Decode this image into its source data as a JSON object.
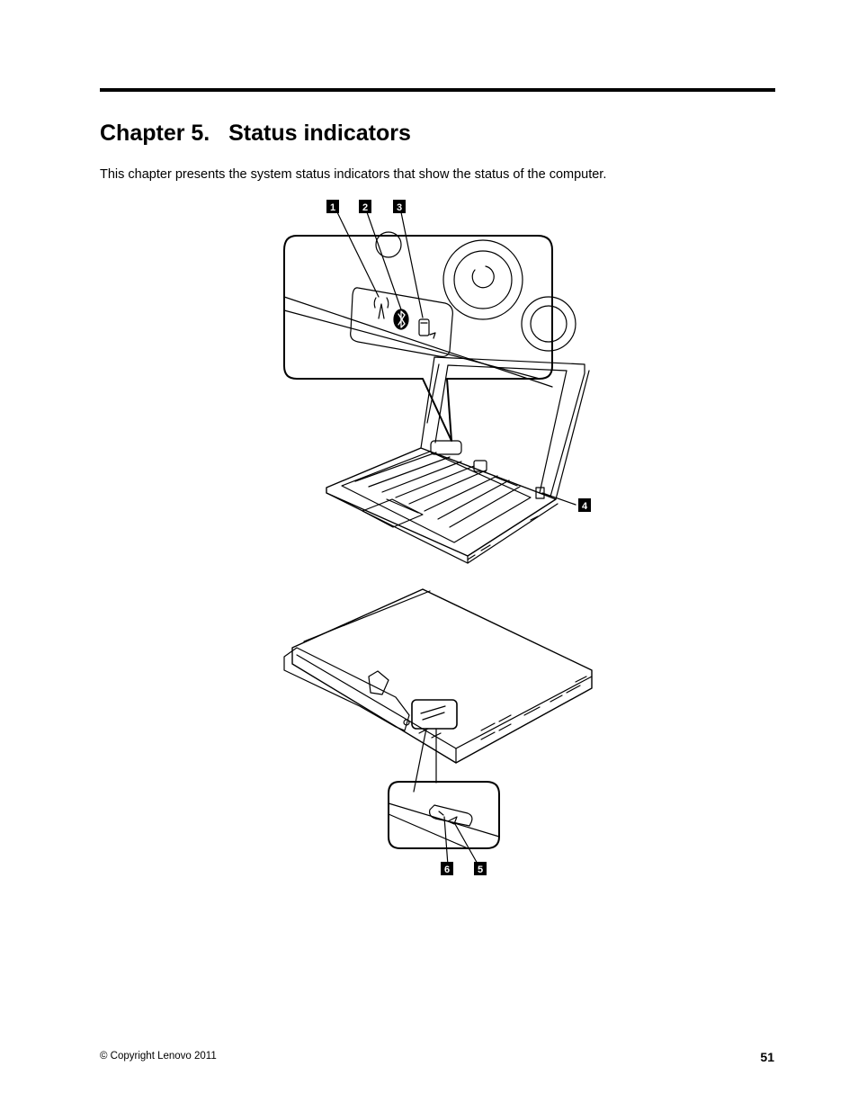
{
  "chapter_title": "Chapter 5.   Status indicators",
  "intro_text": "This chapter presents the system status indicators that show the status of the computer.",
  "callouts": {
    "c1": "1",
    "c2": "2",
    "c3": "3",
    "c4": "4",
    "c5": "5",
    "c6": "6"
  },
  "footer": {
    "copyright": "© Copyright Lenovo 2011",
    "page_number": "51"
  }
}
